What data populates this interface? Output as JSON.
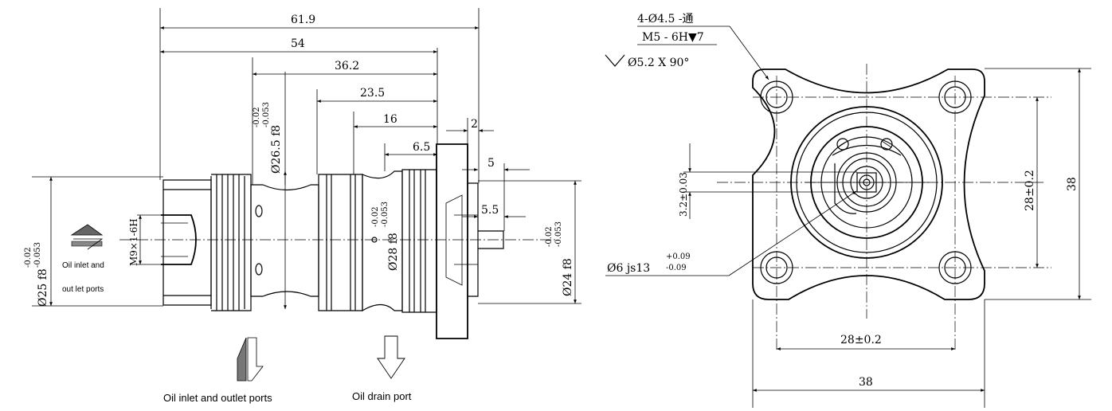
{
  "side_view": {
    "dims": {
      "overall": "61.9",
      "body": "54",
      "d1": "36.2",
      "d2": "23.5",
      "d3": "16",
      "d4": "6.5",
      "d5": "2",
      "d6": "5",
      "d7": "5.5"
    },
    "diameters": {
      "left": "Ø25 f8",
      "left_tol": "(-0.02 / -0.053)",
      "left_tol_top": "-0.02",
      "left_tol_bot": "-0.053",
      "groove": "Ø26.5 f8",
      "groove_tol_top": "-0.02",
      "groove_tol_bot": "-0.053",
      "mid": "Ø28 f8",
      "mid_tol_top": "-0.02",
      "mid_tol_bot": "-0.053",
      "right": "Ø24 f8",
      "right_tol_top": "-0.02",
      "right_tol_bot": "-0.053"
    },
    "thread": "M9×1-6H",
    "labels": {
      "port_left_line1": "Oil inlet and",
      "port_left_line2": "out let ports",
      "port_bottom": "Oil inlet and outlet ports",
      "drain": "Oil drain port"
    }
  },
  "front_view": {
    "callout_holes_line1": "4-Ø4.5 -通",
    "callout_holes_line2": "M5 - 6H▼7",
    "callout_countersink": "Ø5.2 X 90°",
    "callout_shaft": "Ø6 js13",
    "callout_shaft_tol_top": "+0.09",
    "callout_shaft_tol_bot": "-0.09",
    "flat": "3.2±0.03",
    "pitch_v": "28±0.2",
    "pitch_h": "28±0.2",
    "width_v": "38",
    "width_h": "38"
  }
}
